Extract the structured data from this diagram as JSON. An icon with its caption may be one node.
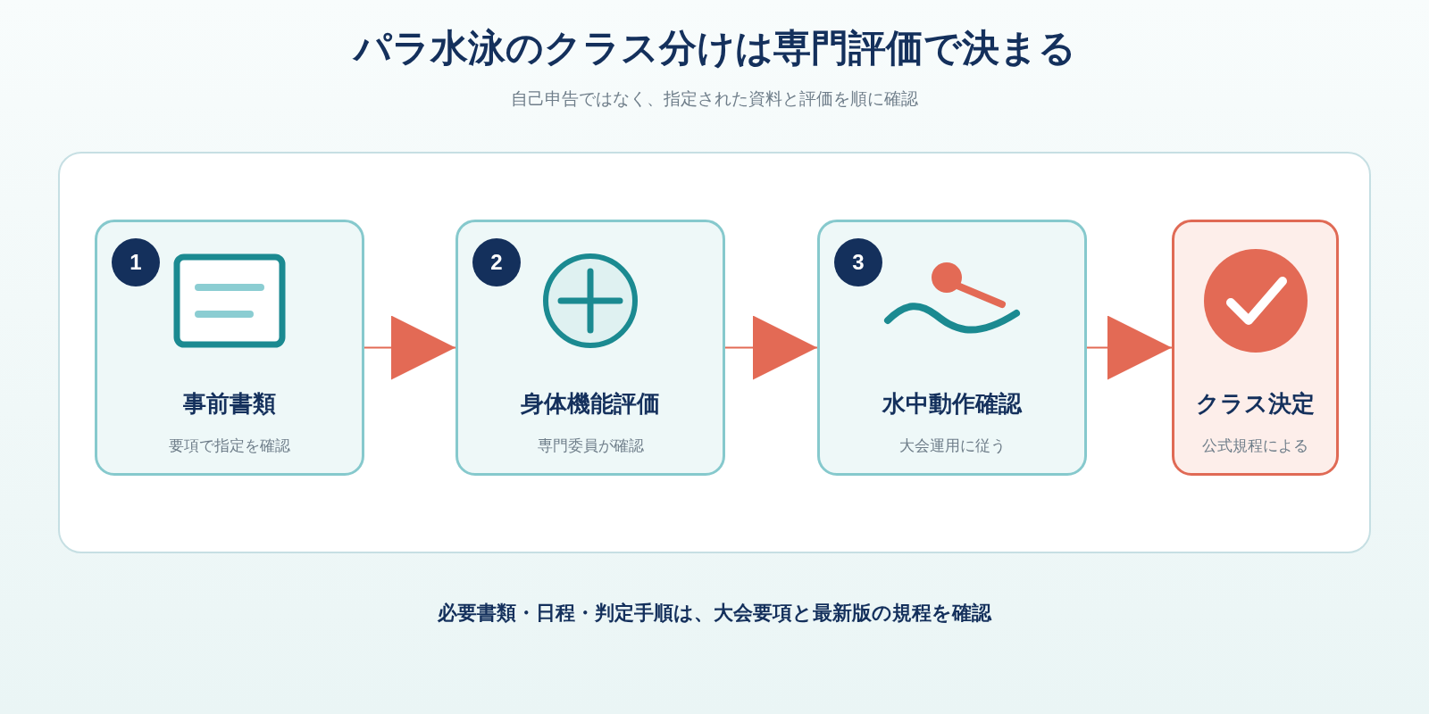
{
  "diagram": {
    "title": "パラ水泳のクラス分けは専門評価で決まる",
    "caption": "必要書類・日程・判定手順は、大会要項と最新版の規程を確認",
    "nodes": [
      {
        "text": [],
        "shape": "box"
      },
      {
        "text": [
          "1",
          "事前書類",
          "要項で指定を確認"
        ],
        "in": 0
      },
      {
        "text": [
          "2",
          "身体機能評価",
          "専門委員が確認"
        ],
        "in": 0
      },
      {
        "text": [
          "3",
          "水中動作確認",
          "大会運用に従う"
        ],
        "in": 0
      },
      {
        "text": [
          "クラス決定",
          "公式規程による"
        ],
        "in": 0
      }
    ],
    "edges": [
      {
        "from": 1,
        "to": 2,
        "arrow": "to"
      },
      {
        "from": 2,
        "to": 3,
        "arrow": "to"
      },
      {
        "from": 3,
        "to": 4,
        "arrow": "to"
      }
    ],
    "labels": [
      "自己申告ではなく、指定された資料と評価を順に確認"
    ]
  }
}
